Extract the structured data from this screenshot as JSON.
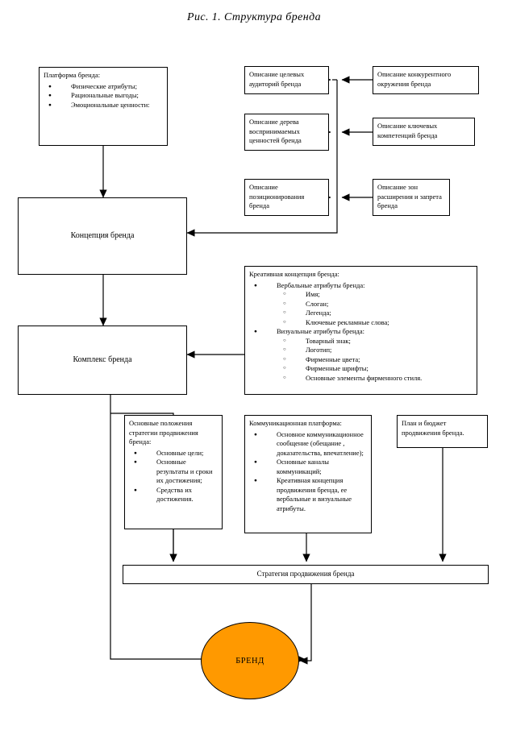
{
  "figure": {
    "title": "Рис. 1. Структура  бренда",
    "accent_color": "#FF9900",
    "line_color": "#000000",
    "background": "#FFFFFF"
  },
  "nodes": {
    "platform": {
      "header": "Платформа бренда:",
      "bullets": [
        "Физические атрибуты;",
        "Рациональные выгоды;",
        "Эмоциональные ценности:"
      ]
    },
    "target_audience": {
      "text": "Описание целевых аудиторий бренда"
    },
    "competitive_env": {
      "text": "Описание конкурентного окружения  бренда"
    },
    "values_tree": {
      "text": "Описание дерева воспринимаемых ценностей  бренда"
    },
    "key_competences": {
      "text": "Описание ключевых компетенций   бренда"
    },
    "positioning": {
      "text": "Описание позиционирования бренда"
    },
    "expansion_zones": {
      "text": "Описание зон расширения и запрета  бренда"
    },
    "concept": {
      "text": "Концепция бренда"
    },
    "complex": {
      "text": "Комплекс бренда"
    },
    "creative_concept": {
      "header": "Креативная концепция бренда:",
      "groups": [
        {
          "label": "Вербальные атрибуты бренда:",
          "items": [
            "Имя;",
            "Слоган;",
            "Легенда;",
            "Ключевые рекламные слова;"
          ]
        },
        {
          "label": "Визуальные атрибуты бренда:",
          "items": [
            "Товарный знак;",
            "Логотип;",
            "Фирменные цвета;",
            "Фирменные шрифты;",
            "Основные элементы фирменного стиля."
          ]
        }
      ]
    },
    "strategy_positions": {
      "header": "Основные положения стратегии продвижения бренда:",
      "bullets": [
        "Основные цели;",
        "Основные результаты и сроки их достижения;",
        "Средства их достижения."
      ]
    },
    "communication_platform": {
      "header": "Коммуникационная платформа:",
      "bullets": [
        "Основное коммуникационное сообщение (обещание , доказательства, впечатление);",
        "Основные каналы коммуникаций;",
        "Креативная концепция продвижения бренда, ее вербальные и визуальные атрибуты."
      ]
    },
    "plan_budget": {
      "text": "План и бюджет продвижения бренда."
    },
    "promotion_strategy": {
      "text": "Стратегия продвижения бренда"
    },
    "brand": {
      "text": "БРЕНД"
    }
  }
}
